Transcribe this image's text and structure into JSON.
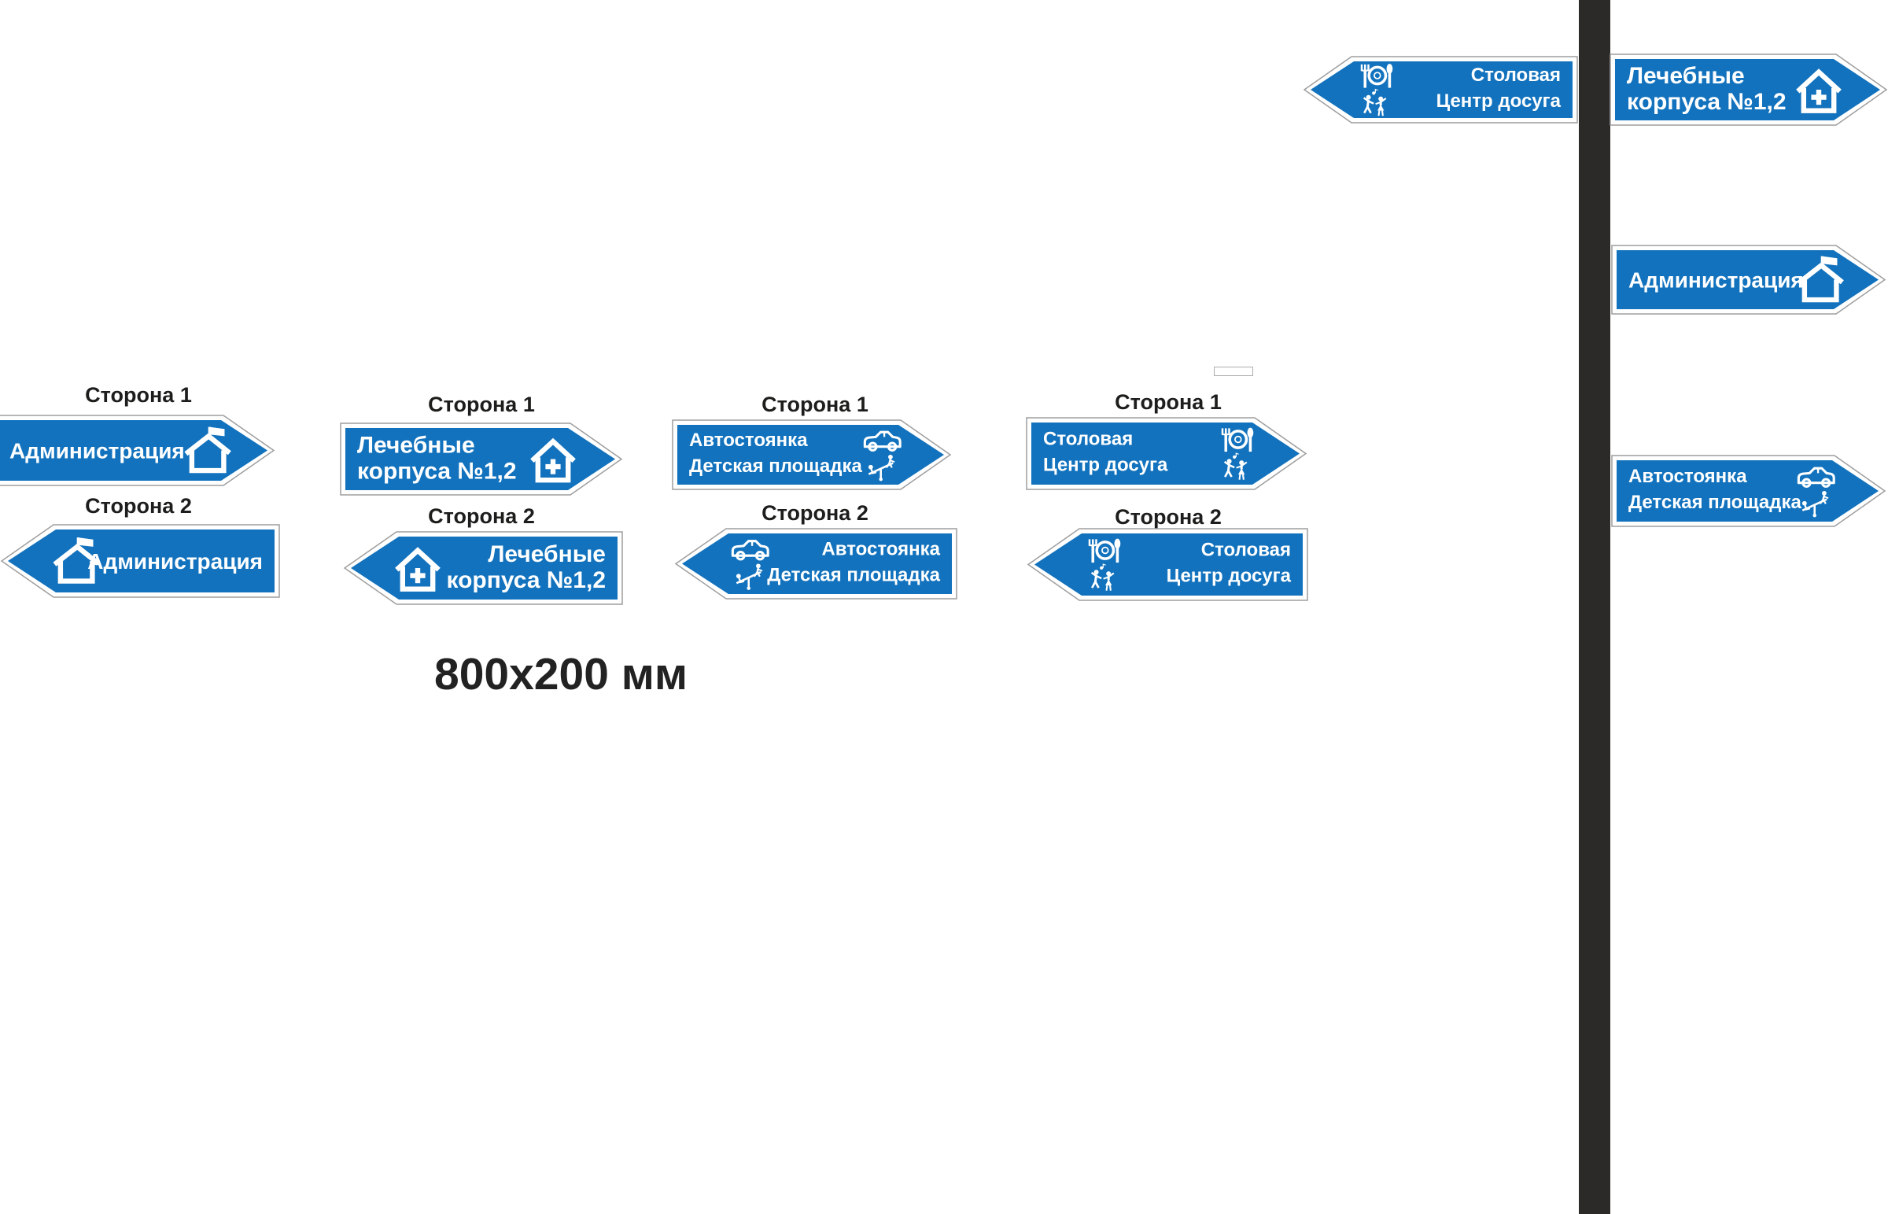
{
  "colors": {
    "sign_blue": "#1272BD",
    "pole": "#2B2A28",
    "sign_border": "#9E9E9E",
    "sign_text": "#FFFFFF",
    "label_text": "#1D1D1B",
    "dimension_text": "#222222"
  },
  "dimension_label": "800x200 мм",
  "left_group": {
    "columns": [
      {
        "side1_label": "Сторона 1",
        "side2_label": "Сторона 2",
        "lines": [
          "Администрация"
        ],
        "icons": [
          "house-flag-icon"
        ],
        "side1_direction": "right",
        "side2_direction": "left"
      },
      {
        "side1_label": "Сторона 1",
        "side2_label": "Сторона 2",
        "lines": [
          "Лечебные",
          "корпуса №1,2"
        ],
        "icons": [
          "house-cross-icon"
        ],
        "side1_direction": "right",
        "side2_direction": "left"
      },
      {
        "side1_label": "Сторона 1",
        "side2_label": "Сторона 2",
        "lines": [
          "Автостоянка",
          "Детская площадка"
        ],
        "icons": [
          "car-icon",
          "seesaw-icon"
        ],
        "side1_direction": "right",
        "side2_direction": "left"
      },
      {
        "side1_label": "Сторона 1",
        "side2_label": "Сторона 2",
        "lines": [
          "Столовая",
          "Центр досуга"
        ],
        "icons": [
          "plate-cutlery-icon",
          "dancers-icon"
        ],
        "side1_direction": "right",
        "side2_direction": "left"
      }
    ]
  },
  "pole_group": {
    "signs": [
      {
        "name": "canteen-leisure",
        "lines": [
          "Столовая",
          "Центр досуга"
        ],
        "icons": [
          "plate-cutlery-icon",
          "dancers-icon"
        ],
        "direction": "left"
      },
      {
        "name": "medical-buildings",
        "lines": [
          "Лечебные",
          "корпуса №1,2"
        ],
        "icons": [
          "house-cross-icon"
        ],
        "direction": "right"
      },
      {
        "name": "administration",
        "lines": [
          "Администрация"
        ],
        "icons": [
          "house-flag-icon"
        ],
        "direction": "right"
      },
      {
        "name": "parking-playground",
        "lines": [
          "Автостоянка",
          "Детская площадка"
        ],
        "icons": [
          "car-icon",
          "seesaw-icon"
        ],
        "direction": "right"
      }
    ]
  }
}
